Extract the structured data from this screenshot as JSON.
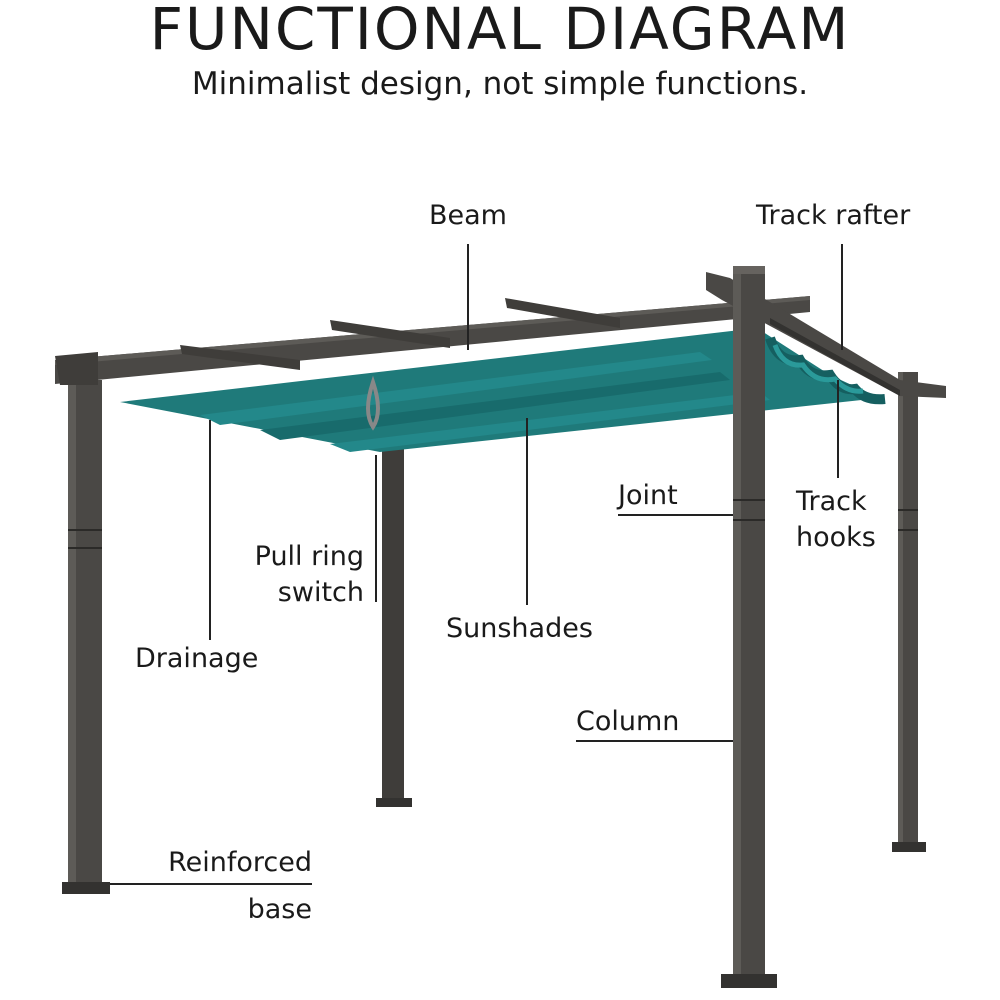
{
  "header": {
    "title": "FUNCTIONAL DIAGRAM",
    "subtitle": "Minimalist design, not simple functions."
  },
  "labels": {
    "beam": "Beam",
    "track_rafter": "Track rafter",
    "joint": "Joint",
    "track_hooks_1": "Track",
    "track_hooks_2": "hooks",
    "pull_ring_1": "Pull ring",
    "pull_ring_2": "switch",
    "sunshades": "Sunshades",
    "drainage": "Drainage",
    "column": "Column",
    "reinforced_1": "Reinforced",
    "reinforced_2": "base"
  },
  "colors": {
    "frame": "#4a4845",
    "frame_dark": "#333230",
    "canopy": "#1f7a7a",
    "canopy_dark": "#155f60",
    "leader": "#222222"
  }
}
